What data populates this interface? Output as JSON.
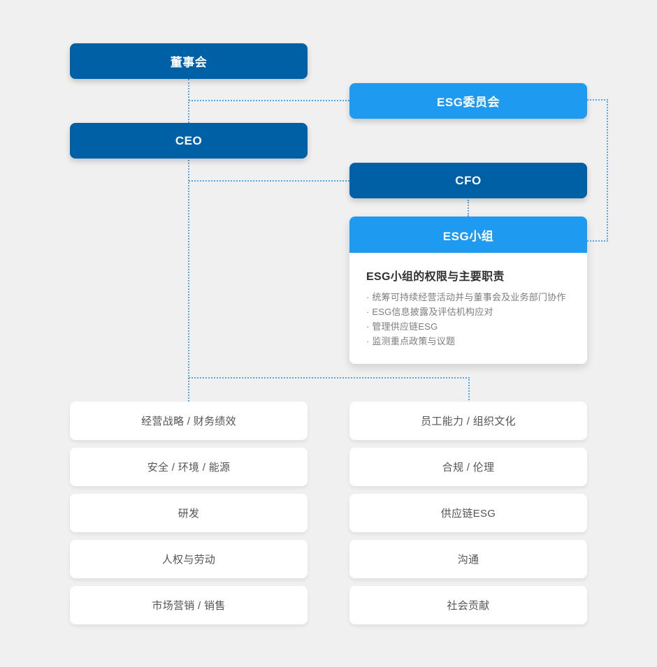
{
  "colors": {
    "background": "#f0f0f0",
    "dark_blue": "#0060a6",
    "light_blue": "#1e9bf0",
    "connector_blue": "#5aa5df",
    "card_white": "#ffffff",
    "body_text_gray": "#555555"
  },
  "nodes": {
    "board": {
      "label": "董事会"
    },
    "esg_committee": {
      "label": "ESG委员会"
    },
    "ceo": {
      "label": "CEO"
    },
    "cfo": {
      "label": "CFO"
    },
    "esg_team": {
      "label": "ESG小组",
      "panel_title": "ESG小组的权限与主要职责",
      "duties": [
        "· 统筹可持续经营活动并与董事会及业务部门协作",
        "· ESG信息披露及评估机构应对",
        "· 管理供应链ESG",
        "· 监测重点政策与议题"
      ]
    }
  },
  "focus_areas": {
    "left": [
      "经营战略 / 财务绩效",
      "安全 / 环境 / 能源",
      "研发",
      "人权与劳动",
      "市场营销 / 销售"
    ],
    "right": [
      "员工能力 / 组织文化",
      "合规 / 伦理",
      "供应链ESG",
      "沟通",
      "社会贡献"
    ]
  }
}
